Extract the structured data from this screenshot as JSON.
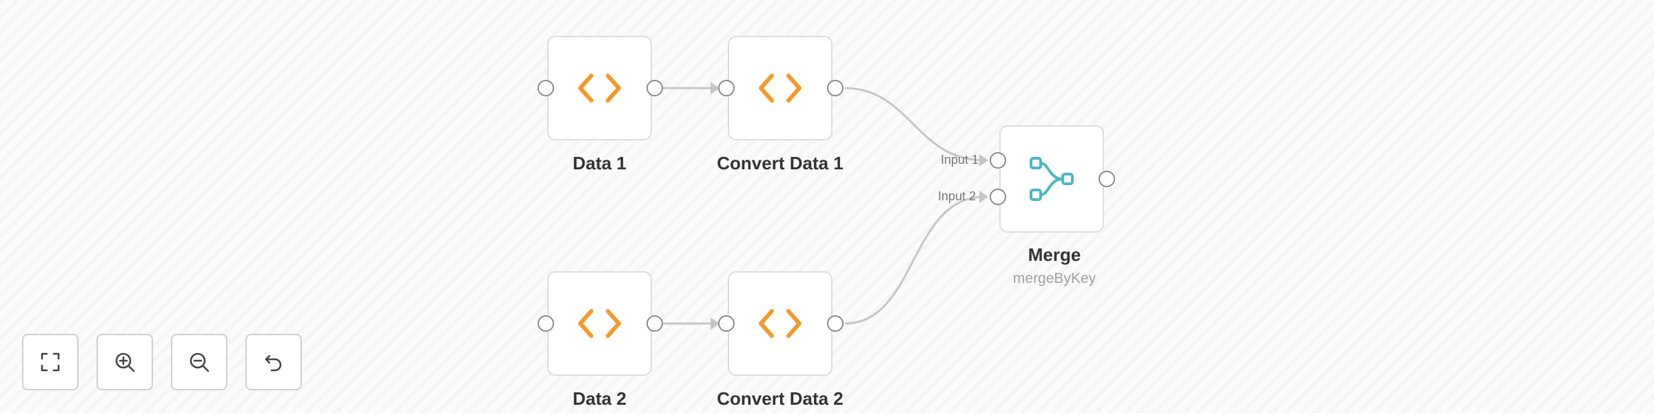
{
  "canvas": {
    "nodes": {
      "data1": {
        "label": "Data 1",
        "icon": "code-icon"
      },
      "convert1": {
        "label": "Convert Data 1",
        "icon": "code-icon"
      },
      "data2": {
        "label": "Data 2",
        "icon": "code-icon"
      },
      "convert2": {
        "label": "Convert Data 2",
        "icon": "code-icon"
      },
      "merge": {
        "label": "Merge",
        "subtitle": "mergeByKey",
        "icon": "merge-icon",
        "inputs": [
          "Input 1",
          "Input 2"
        ]
      }
    }
  },
  "controls": {
    "items": [
      {
        "name": "zoom-to-fit",
        "icon": "fullscreen-icon"
      },
      {
        "name": "zoom-in",
        "icon": "zoom-in-icon"
      },
      {
        "name": "zoom-out",
        "icon": "zoom-out-icon"
      },
      {
        "name": "reset-zoom",
        "icon": "undo-icon"
      }
    ]
  },
  "colors": {
    "code_icon": "#f39a2b",
    "merge_icon": "#4fb7c4",
    "edge": "#c6c6c6",
    "handle_border": "#8a8a8a",
    "node_border": "#dddddd"
  }
}
